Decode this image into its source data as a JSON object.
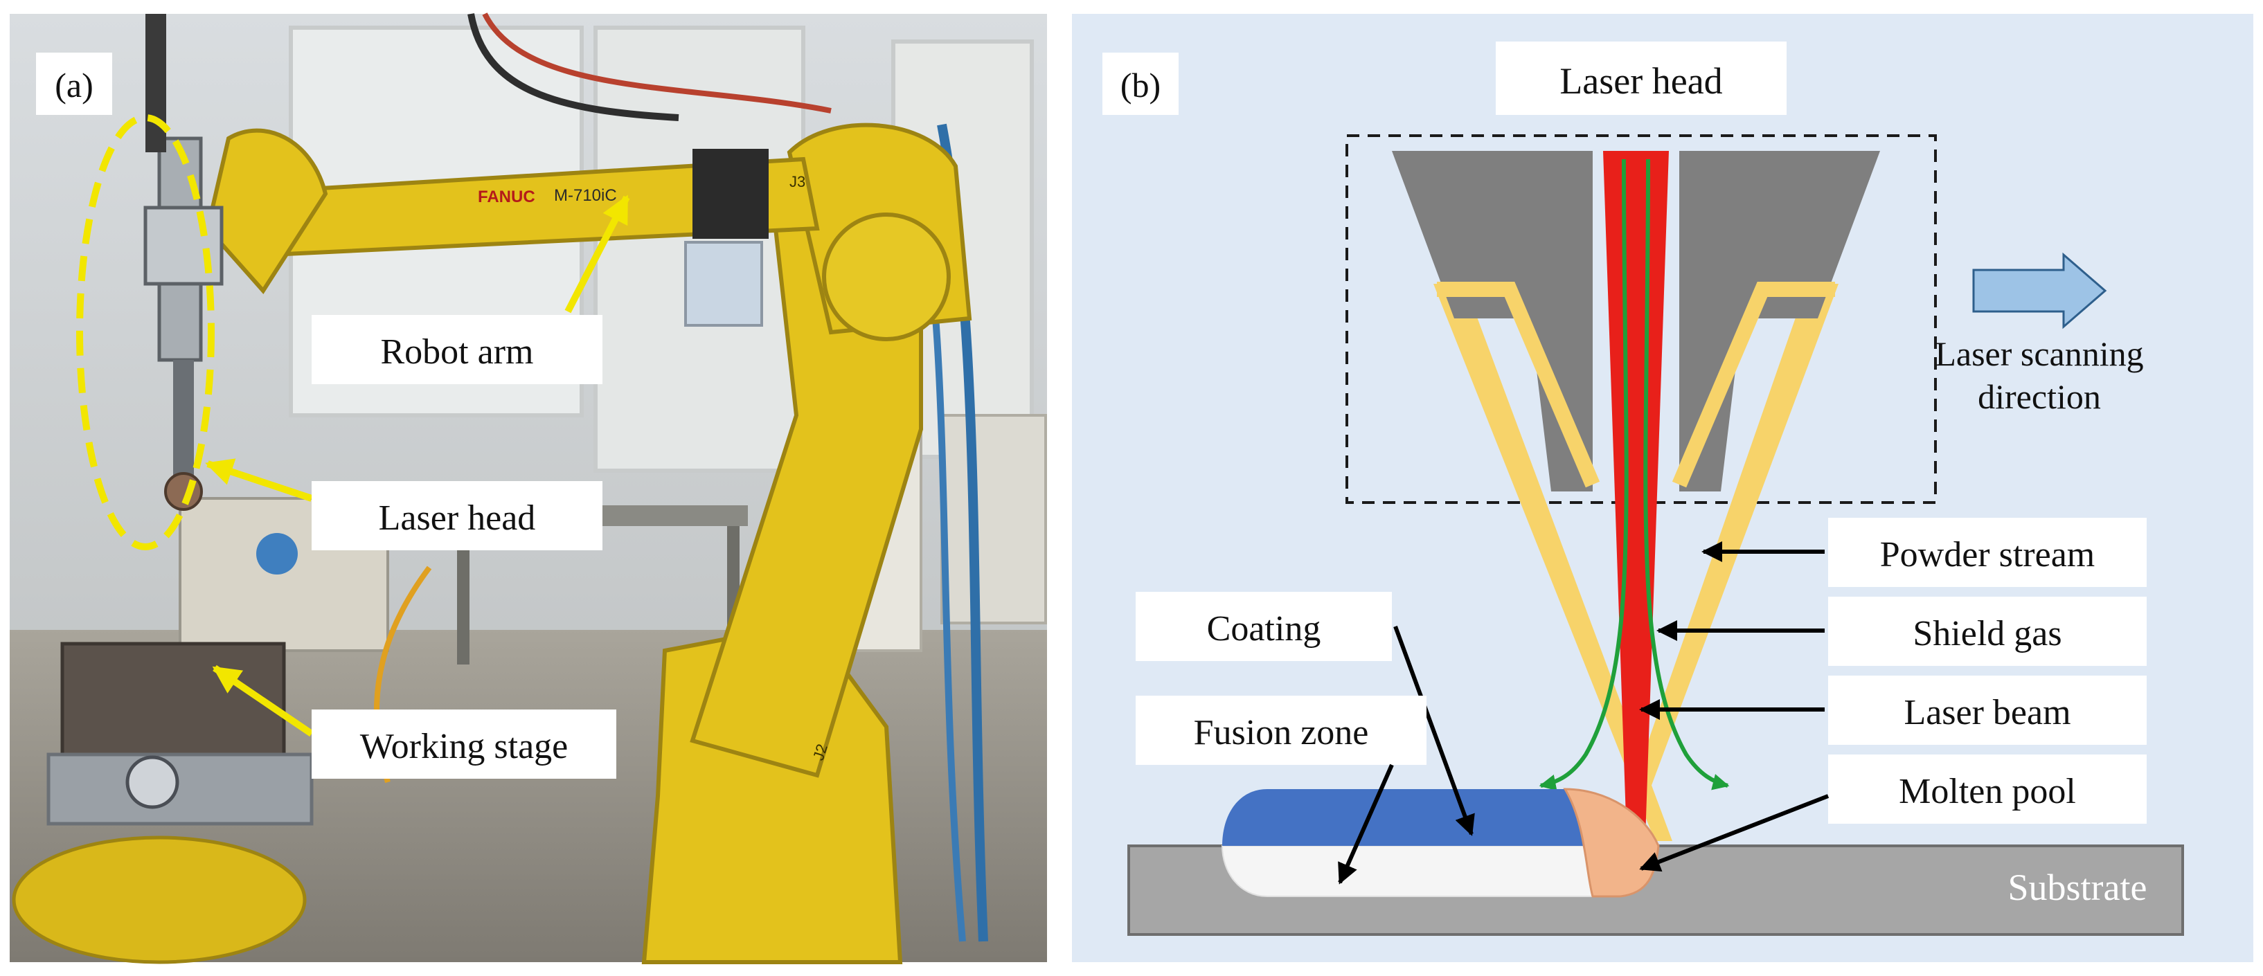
{
  "panel_a": {
    "tag": "(a)",
    "labels": {
      "robot_arm": "Robot arm",
      "laser_head": "Laser head",
      "working_stage": "Working stage"
    },
    "robot_brand": "FANUC",
    "robot_model": "M-710iC",
    "joint_j3": "J3",
    "joint_j2": "J2"
  },
  "panel_b": {
    "tag": "(b)",
    "laser_head": "Laser head",
    "scan_direction": [
      "Laser scanning",
      "direction"
    ],
    "labels": {
      "powder_stream": "Powder stream",
      "shield_gas": "Shield gas",
      "laser_beam": "Laser beam",
      "molten_pool": "Molten pool",
      "coating": "Coating",
      "fusion_zone": "Fusion zone",
      "substrate": "Substrate"
    }
  },
  "colors": {
    "robot_yellow": "#e3c21c",
    "callout_yellow": "#f2e600",
    "panel_b_bg": "#dfe9f5",
    "nozzle_gray": "#7f7f7f",
    "powder": "#f7d36a",
    "laser_red": "#e8201a",
    "shield_green": "#1fa03a",
    "coating_blue": "#4472c4",
    "molten_pool": "#f2b48a",
    "substrate_gray": "#a6a6a6",
    "arrow_blue": "#9dc3e6"
  }
}
